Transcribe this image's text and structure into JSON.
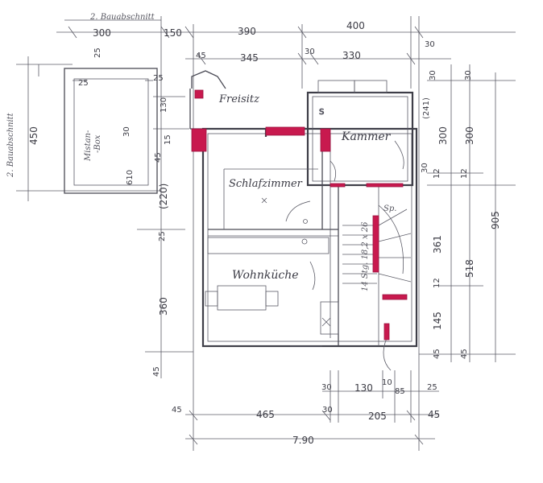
{
  "labels": {
    "top_phase": "2. Bauabschnitt",
    "side_phase": "2. Bauabschnitt",
    "mustard_box_line1": "Mistan-",
    "mustard_box_line2": "-Box"
  },
  "rooms": {
    "freisitz": "Freisitz",
    "kammer": "Kammer",
    "schlafzimmer": "Schlafzimmer",
    "wohnkueche": "Wohnküche",
    "speicher": "Sp."
  },
  "stair_note": "14 Stg. 18,2 x 26",
  "dimensions": {
    "d300_top": "300",
    "d150_top": "150",
    "d390": "390",
    "d400": "400",
    "d30_top_a": "30",
    "d30_top_b": "30",
    "d25_top_a": "25",
    "d45_top": "45",
    "d345": "345",
    "d330": "330",
    "d30_mid": "30",
    "d30_right_a": "30",
    "d30_right_b": "30",
    "d25_box_a": "25",
    "d25_box_b": "25",
    "d30_box": "30",
    "d610_box": "610",
    "d450": "450",
    "d130_left": "130",
    "d45_left": "45",
    "d15_left": "15",
    "d220": "(220)",
    "d25_left": "25",
    "d360": "360",
    "d45_bottom_left": "45",
    "d241": "(241)",
    "d300_r1": "300",
    "d300_r2": "300",
    "d12_r1": "12",
    "d12_r2": "12",
    "d361": "361",
    "d518": "518",
    "d905": "905",
    "d12_r3": "12",
    "d145": "145",
    "d45_r1": "45",
    "d45_r2": "45",
    "d30_bot_a": "30",
    "d130_bot": "130",
    "d10_bot": "10",
    "d85_bot": "85",
    "d25_bot": "25",
    "d45_bot_l": "45",
    "d465": "465",
    "d30_bot_b": "30",
    "d205": "205",
    "d45_bot_r": "45",
    "d790": "7.90"
  },
  "colors": {
    "ink": "#3e3e48",
    "pencil": "#5b5b66",
    "accent_red": "#c8194e"
  }
}
